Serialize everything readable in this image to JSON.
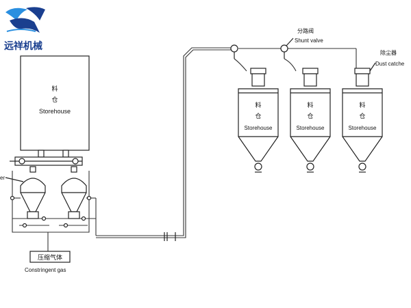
{
  "brand": {
    "name": "远祥机械"
  },
  "storehouse": {
    "cn_top": "料",
    "cn_bottom": "仓",
    "en": "Storehouse"
  },
  "shunt_valve": {
    "cn": "分路阀",
    "en": "Shunt valve"
  },
  "dust_catcher": {
    "cn": "除尘器",
    "en": "Dust catche"
  },
  "constringent_gas": {
    "cn": "压缩气体",
    "en": "Constringent gas"
  },
  "sender_label_fragment": "er",
  "silos": [
    {
      "cn_top": "料",
      "cn_bottom": "仓",
      "en": "Storehouse"
    },
    {
      "cn_top": "料",
      "cn_bottom": "仓",
      "en": "Storehouse"
    },
    {
      "cn_top": "料",
      "cn_bottom": "仓",
      "en": "Storehouse"
    }
  ],
  "colors": {
    "brand": "#1a3f8f",
    "logo_accent": "#2a8fe0",
    "line": "#222222"
  }
}
